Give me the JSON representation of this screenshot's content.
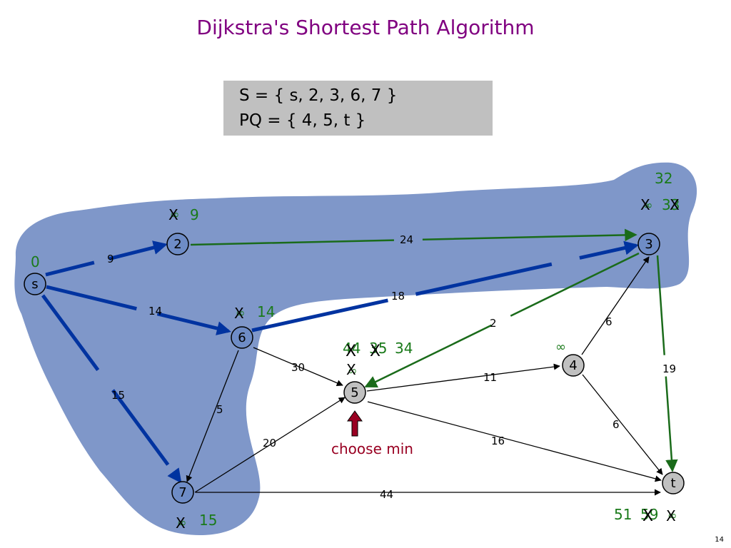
{
  "title": "Dijkstra's Shortest Path Algorithm",
  "set_box": {
    "s_line": "S = { s, 2, 3, 6, 7 }",
    "pq_line": "PQ = { 4, 5, t }"
  },
  "nodes": [
    {
      "id": "s",
      "label": "s"
    },
    {
      "id": "2",
      "label": "2"
    },
    {
      "id": "3",
      "label": "3"
    },
    {
      "id": "6",
      "label": "6"
    },
    {
      "id": "5",
      "label": "5"
    },
    {
      "id": "4",
      "label": "4"
    },
    {
      "id": "7",
      "label": "7"
    },
    {
      "id": "t",
      "label": "t"
    }
  ],
  "edges": [
    {
      "from": "s",
      "to": "2",
      "weight": "9"
    },
    {
      "from": "s",
      "to": "6",
      "weight": "14"
    },
    {
      "from": "s",
      "to": "7",
      "weight": "15"
    },
    {
      "from": "2",
      "to": "3",
      "weight": "24"
    },
    {
      "from": "6",
      "to": "3",
      "weight": "18"
    },
    {
      "from": "3",
      "to": "5",
      "weight": "2"
    },
    {
      "from": "4",
      "to": "3",
      "weight": "6"
    },
    {
      "from": "3",
      "to": "t",
      "weight": "19"
    },
    {
      "from": "6",
      "to": "5",
      "weight": "30"
    },
    {
      "from": "6",
      "to": "7",
      "weight": "5"
    },
    {
      "from": "5",
      "to": "4",
      "weight": "11"
    },
    {
      "from": "5",
      "to": "t",
      "weight": "16"
    },
    {
      "from": "4",
      "to": "t",
      "weight": "6"
    },
    {
      "from": "7",
      "to": "5",
      "weight": "20"
    },
    {
      "from": "7",
      "to": "t",
      "weight": "44"
    }
  ],
  "distance_labels": {
    "s": "0",
    "2": "9",
    "3_top": "32",
    "3": "33",
    "6": "14",
    "5": "34",
    "5_old_a": "44",
    "5_old_b": "35",
    "4": "∞",
    "7": "15",
    "t": "51",
    "t_old": "59",
    "infinity": "∞"
  },
  "choose_min": {
    "label": "choose min"
  },
  "page_number": "14",
  "colors": {
    "title": "#800080",
    "cloud": "#7f97c9",
    "node_in_set": "#6e8cc6",
    "node_in_pq": "#c0c0c0",
    "tree_edge": "#0033a0",
    "updated_edge": "#1a6b1a",
    "labels": "#1a7a1a",
    "arrow": "#990022"
  }
}
